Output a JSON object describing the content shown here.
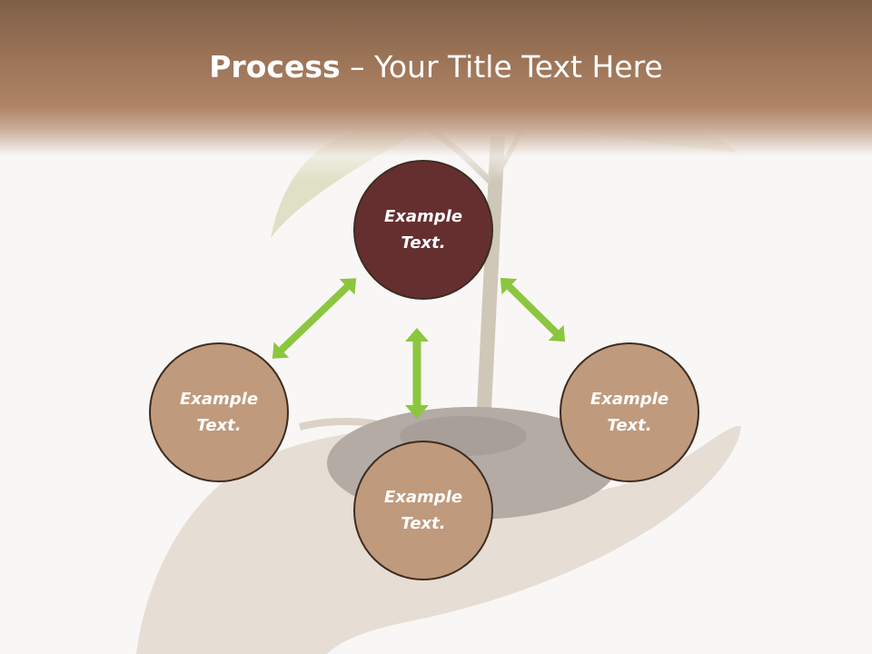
{
  "slide": {
    "title_bold": "Process",
    "title_rest": " – Your Title Text Here"
  },
  "diagram": {
    "nodes": [
      {
        "id": "top",
        "label": "Example Text.",
        "color": "#652f30"
      },
      {
        "id": "left",
        "label": "Example Text.",
        "color": "#c09a7c"
      },
      {
        "id": "right",
        "label": "Example Text.",
        "color": "#c09a7c"
      },
      {
        "id": "bottom",
        "label": "Example Text.",
        "color": "#c09a7c"
      }
    ],
    "arrow_color": "#8cc63f",
    "header_color": "#9a7256",
    "background_image": "hand-holding-seedling-in-soil"
  }
}
